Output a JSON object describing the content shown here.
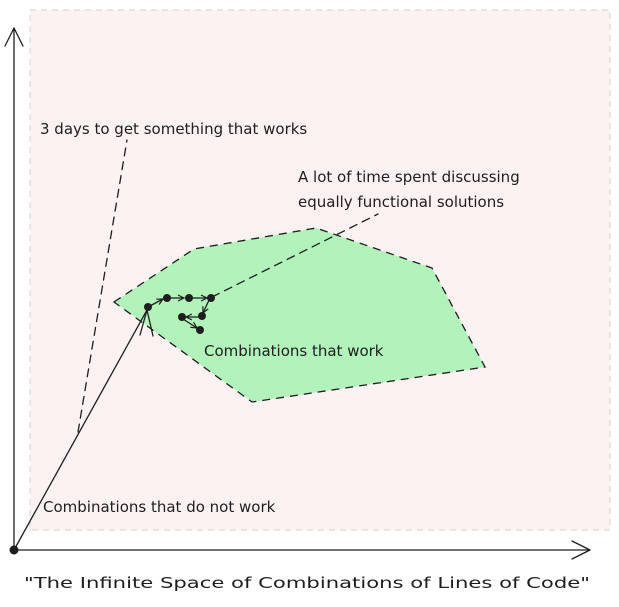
{
  "labels": {
    "annotation_days": "3 days to get something that works",
    "annotation_discussion_line1": "A lot of time spent discussing",
    "annotation_discussion_line2": "equally functional solutions",
    "working_region": "Combinations that work",
    "non_working_region": "Combinations that do not work",
    "x_axis_caption": "\"The Infinite Space of Combinations of Lines of Code\""
  },
  "colors": {
    "ink": "#1e1e1e",
    "space_background": "#fcf2f2",
    "space_border": "#d9cfcf",
    "working_region_fill": "#b2f2bb"
  }
}
